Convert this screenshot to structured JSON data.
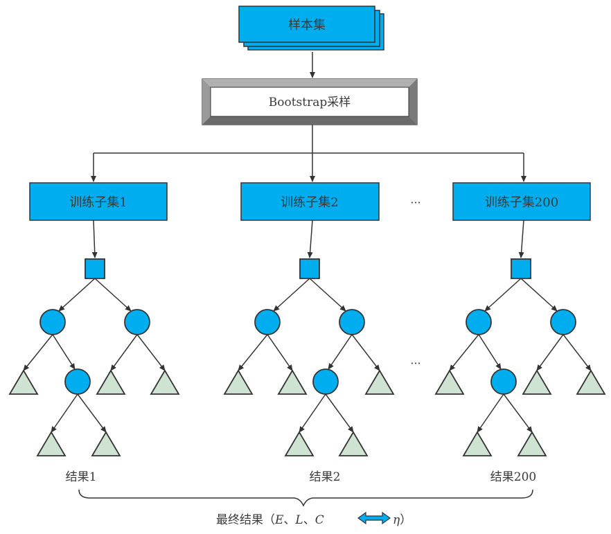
{
  "colors": {
    "node_blue": "#00aeef",
    "leaf_green": "#cfe3d2",
    "stroke": "#333333",
    "bevel_dark": "#6b6b6b",
    "bevel_mid": "#9a9a9a",
    "bevel_light": "#b8b8b8"
  },
  "sample_set": {
    "label": "样本集"
  },
  "bootstrap": {
    "label": "Bootstrap采样"
  },
  "subsets": [
    {
      "label": "训练子集1",
      "result": "结果1",
      "tree_shape": "left-deep"
    },
    {
      "label": "训练子集2",
      "result": "结果2",
      "tree_shape": "right-deep"
    },
    {
      "label": "训练子集200",
      "result": "结果200",
      "tree_shape": "left-deep"
    }
  ],
  "ellipsis": {
    "between_subsets": "···",
    "between_trees": "···"
  },
  "final": {
    "prefix": "最终结果（",
    "E": "E",
    "sep1": "、",
    "L": "L",
    "sep2": "、",
    "C": "C",
    "eta": "η",
    "suffix": "）",
    "arrow_icon": "double-headed-arrow"
  }
}
